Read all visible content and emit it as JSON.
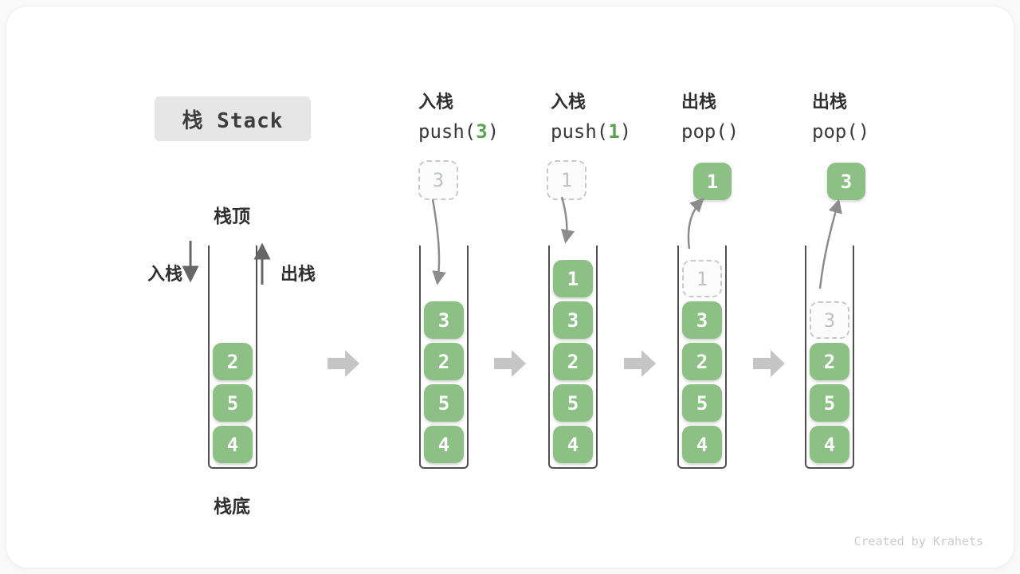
{
  "page": {
    "title_badge": "栈 Stack",
    "watermark": "Created by Krahets"
  },
  "stack_labels": {
    "top": "栈顶",
    "bottom": "栈底",
    "push_side": "入栈",
    "pop_side": "出栈"
  },
  "colors": {
    "cell_green": "#8CC084",
    "code_arg_green": "#56A351",
    "ghost_gray": "#C6C8CA",
    "wall_gray": "#4F4F4F",
    "block_arrow_gray": "#C5C5C5",
    "badge_bg": "#E6E6E6"
  },
  "steps": {
    "s1": {
      "items": [
        "2",
        "5",
        "4"
      ]
    },
    "s2": {
      "op": "入栈",
      "code_prefix": "push(",
      "code_arg": "3",
      "code_suffix": ")",
      "float_value": "3",
      "items": [
        "3",
        "2",
        "5",
        "4"
      ]
    },
    "s3": {
      "op": "入栈",
      "code_prefix": "push(",
      "code_arg": "1",
      "code_suffix": ")",
      "float_value": "1",
      "items": [
        "1",
        "3",
        "2",
        "5",
        "4"
      ]
    },
    "s4": {
      "op": "出栈",
      "code_prefix": "pop(",
      "code_arg": "",
      "code_suffix": ")",
      "float_value": "1",
      "ghost_value": "1",
      "items": [
        "3",
        "2",
        "5",
        "4"
      ]
    },
    "s5": {
      "op": "出栈",
      "code_prefix": "pop(",
      "code_arg": "",
      "code_suffix": ")",
      "float_value": "3",
      "ghost_value": "3",
      "items": [
        "2",
        "5",
        "4"
      ]
    }
  }
}
